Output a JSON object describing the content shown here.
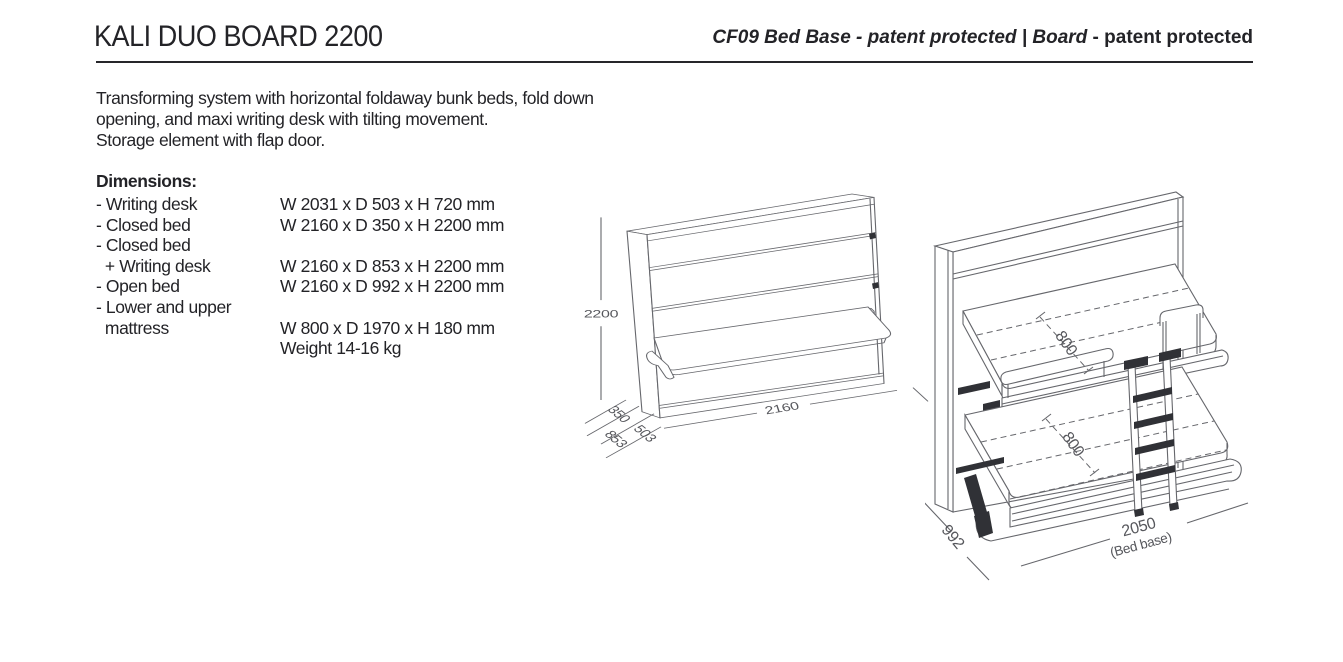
{
  "header": {
    "title": "KALI DUO BOARD 2200",
    "patent_note_italic": "CF09 Bed Base - patent protected | Board ",
    "patent_note_bold": "- patent protected"
  },
  "description": {
    "line1": "Transforming system with horizontal foldaway bunk beds, fold down",
    "line2": "opening, and maxi writing desk with tilting movement.",
    "line3": "Storage element with flap door."
  },
  "dimensions": {
    "heading": "Dimensions:",
    "rows": [
      {
        "label": "- Writing desk",
        "value": "W 2031 x D 503 x H 720 mm"
      },
      {
        "label": "- Closed bed",
        "value": "W 2160 x D 350 x H 2200 mm"
      },
      {
        "label": "- Closed bed",
        "value": ""
      },
      {
        "label": "  + Writing desk",
        "value": "W 2160 x D 853 x H 2200 mm"
      },
      {
        "label": "- Open bed",
        "value": "W 2160 x D 992 x H 2200 mm"
      },
      {
        "label": "- Lower and upper",
        "value": ""
      },
      {
        "label": "  mattress",
        "value": "W 800 x D 1970 x H 180 mm"
      },
      {
        "label": "",
        "value": "Weight 14-16 kg"
      }
    ]
  },
  "closed_unit_diagram": {
    "height_label": "2200",
    "width_label": "2160",
    "depth_bed_label": "350",
    "depth_desk_label": "503",
    "depth_total_label": "853"
  },
  "open_unit_diagram": {
    "upper_bed_width_label": "800",
    "lower_bed_width_label": "800",
    "depth_label": "992",
    "bed_base_label": "2050",
    "bed_base_caption": "(Bed base)"
  },
  "colors": {
    "text": "#232327",
    "line_art": "#66676c",
    "dim_text": "#56575c",
    "dark_detail": "#303136"
  }
}
